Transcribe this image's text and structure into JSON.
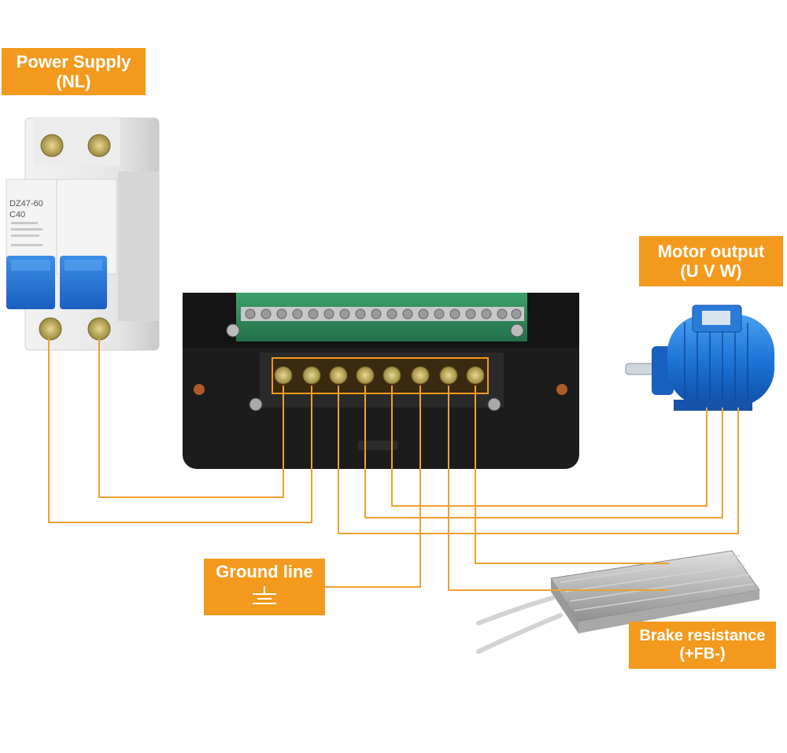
{
  "labels": {
    "power_supply": {
      "line1": "Power Supply",
      "line2": "(NL)"
    },
    "motor_output": {
      "line1": "Motor output",
      "line2": "(U V W)"
    },
    "ground_line": {
      "line1": "Ground line"
    },
    "brake_resistance": {
      "line1": "Brake resistance",
      "line2": "(+FB-)"
    }
  },
  "breaker": {
    "model": "DZ47-60",
    "rating": "C40"
  },
  "colors": {
    "accent_orange": "#f39a1e",
    "wire": "#f0a030",
    "motor_blue": "#1e6fd0",
    "enclosure": "#1c1c1c",
    "terminal_board": "#2f8a5a"
  },
  "icons": [
    "ground-symbol-icon"
  ]
}
